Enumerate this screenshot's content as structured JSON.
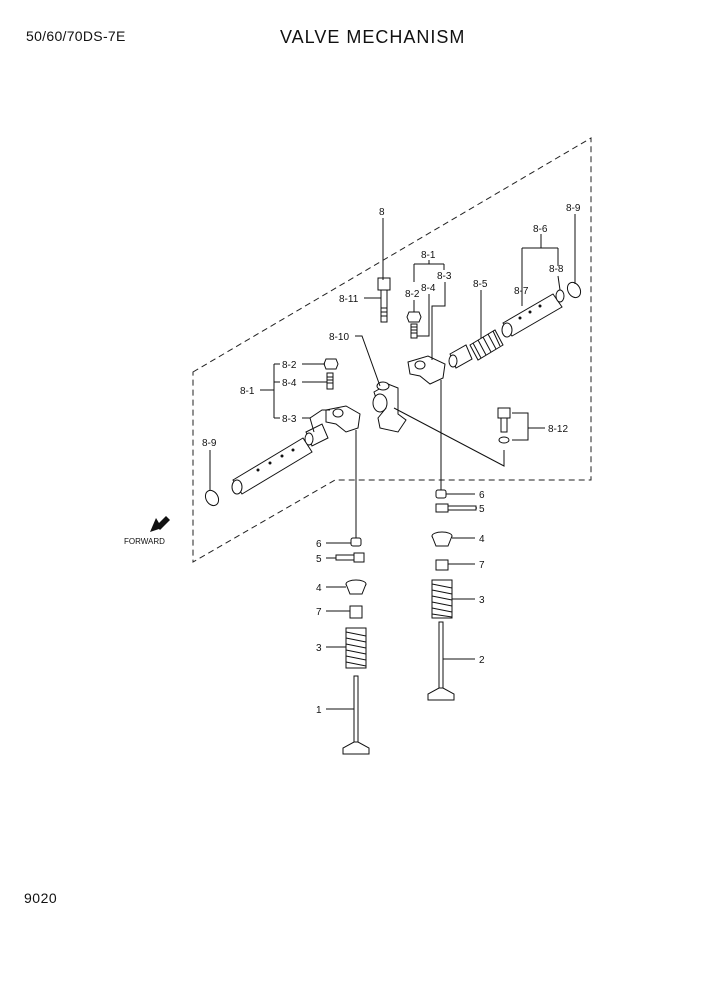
{
  "header": {
    "model": "50/60/70DS-7E",
    "title": "VALVE MECHANISM"
  },
  "footer": {
    "page_number": "9020"
  },
  "diagram": {
    "forward_label": "FORWARD",
    "labels": {
      "l8": "8",
      "l8_9_right": "8-9",
      "l8_6": "8-6",
      "l8_8": "8-8",
      "l8_7": "8-7",
      "l8_1_top": "8-1",
      "l8_3_top": "8-3",
      "l8_2_top": "8-2",
      "l8_4_top": "8-4",
      "l8_5": "8-5",
      "l8_11": "8-11",
      "l8_10": "8-10",
      "l8_2_left": "8-2",
      "l8_4_left": "8-4",
      "l8_1_left": "8-1",
      "l8_3_left": "8-3",
      "l8_9_left": "8-9",
      "l8_12": "8-12",
      "r6": "6",
      "r5": "5",
      "r4": "4",
      "r7": "7",
      "r3": "3",
      "r2": "2",
      "lt6": "6",
      "lt5": "5",
      "lt4": "4",
      "lt7": "7",
      "lt3": "3",
      "lt1": "1"
    }
  }
}
